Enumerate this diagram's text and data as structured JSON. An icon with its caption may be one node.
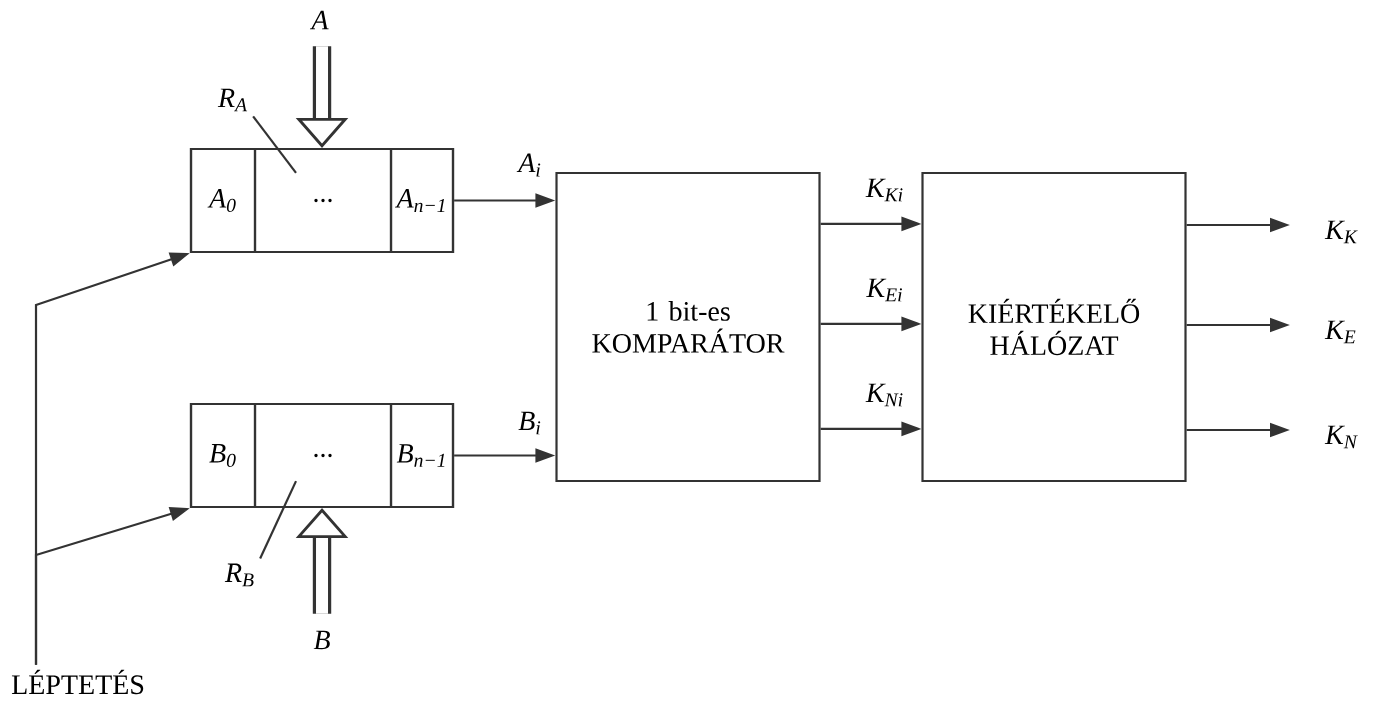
{
  "diagram": {
    "nodes": [
      {
        "text": [],
        "shape": "box"
      },
      {
        "text": [
          "A$_{0}$"
        ],
        "in": 0
      },
      {
        "text": [
          "..."
        ],
        "in": 0
      },
      {
        "text": [
          "A$_{n−1}$"
        ],
        "in": 0
      },
      {
        "text": [],
        "shape": "box"
      },
      {
        "text": [
          "B$_{0}$"
        ],
        "in": 4
      },
      {
        "text": [
          "..."
        ],
        "in": 4
      },
      {
        "text": [
          "B$_{n−1}$"
        ],
        "in": 4
      },
      {
        "text": [
          "1 bit-es KOMPARÁTOR"
        ]
      },
      {
        "text": [
          "KIÉRTÉKELŐ HÁLÓZAT"
        ]
      },
      {
        "text": [
          "A"
        ]
      },
      {
        "text": [
          "B"
        ]
      },
      {
        "text": [
          "R$_{A}$"
        ]
      },
      {
        "text": [
          "R$_{B}$"
        ]
      },
      {
        "text": [
          "LÉPTETÉS"
        ]
      },
      {
        "text": [
          "K$_{K}$"
        ]
      },
      {
        "text": [
          "K$_{E}$"
        ]
      },
      {
        "text": [
          "K$_{N}$"
        ]
      }
    ],
    "edges": [
      {
        "from": 10,
        "to": 0,
        "arrow": "to",
        "style": "thick"
      },
      {
        "from": 11,
        "to": 4,
        "arrow": "to",
        "style": "thick"
      },
      {
        "from": 12,
        "to": 2,
        "arrow": "none"
      },
      {
        "from": 13,
        "to": 6,
        "arrow": "none"
      },
      {
        "from": 14,
        "to": 0,
        "arrow": "to"
      },
      {
        "from": 14,
        "to": 4,
        "arrow": "to"
      },
      {
        "from": 3,
        "to": 8,
        "arrow": "to",
        "label": "A$_{i}$"
      },
      {
        "from": 7,
        "to": 8,
        "arrow": "to",
        "label": "B$_{i}$"
      },
      {
        "from": 8,
        "to": 9,
        "arrow": "to",
        "label": "K$_{Ki}$"
      },
      {
        "from": 8,
        "to": 9,
        "arrow": "to",
        "label": "K$_{Ei}$"
      },
      {
        "from": 8,
        "to": 9,
        "arrow": "to",
        "label": "K$_{Ni}$"
      },
      {
        "from": 9,
        "to": 15,
        "arrow": "to"
      },
      {
        "from": 9,
        "to": 16,
        "arrow": "to"
      },
      {
        "from": 9,
        "to": 17,
        "arrow": "to"
      }
    ]
  }
}
